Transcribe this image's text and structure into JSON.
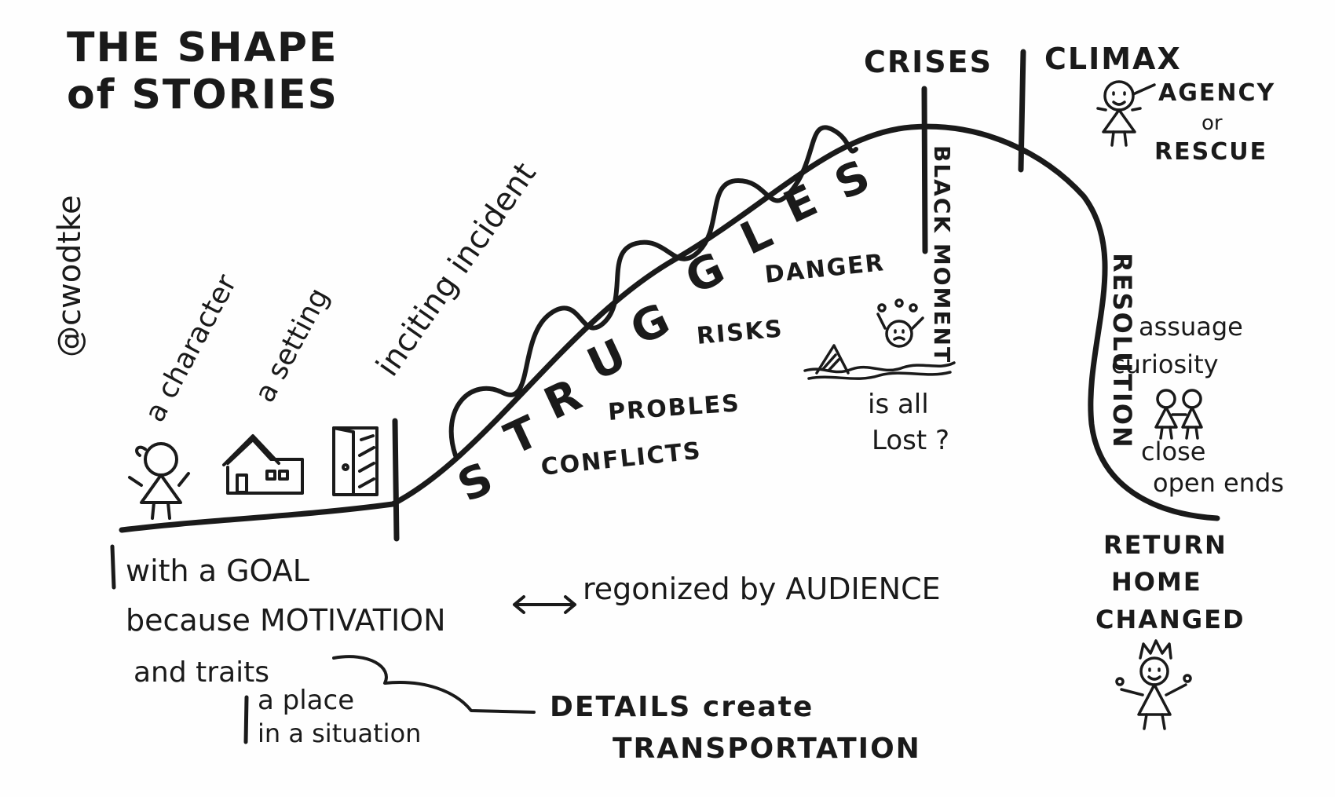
{
  "title": {
    "line1": "THE SHAPE",
    "line2": "of STORIES"
  },
  "author": "@cwodtke",
  "setup": {
    "character": "a character",
    "setting": "a setting",
    "goal": "with a GOAL",
    "motivation_line": "because MOTIVATION",
    "recognized": "regonized by AUDIENCE",
    "traits": "and traits",
    "place": "a place",
    "situation": "in a situation",
    "details1": "DETAILS create",
    "details2": "TRANSPORTATION"
  },
  "rising": {
    "inciting": "inciting incident",
    "struggles": [
      "S",
      "T",
      "R",
      "U",
      "G",
      "G",
      "L",
      "E",
      "S"
    ],
    "problems": "PROBLES",
    "conflicts": "CONFLICTS",
    "risks": "RISKS",
    "danger": "DANGER"
  },
  "peak": {
    "crises": "CRISES",
    "climax": "CLIMAX",
    "black_moment": "BLACK MOMENT",
    "is_all": "is all",
    "lost": "Lost ?",
    "agency": "AGENCY",
    "or": "or",
    "rescue": "RESCUE"
  },
  "falling": {
    "resolution": "RESOLUTION",
    "assuage": "assuage",
    "curiosity": "curiosity",
    "close": "close",
    "open_ends": "open ends",
    "return": "RETURN",
    "home": "HOME",
    "changed": "CHANGED"
  }
}
